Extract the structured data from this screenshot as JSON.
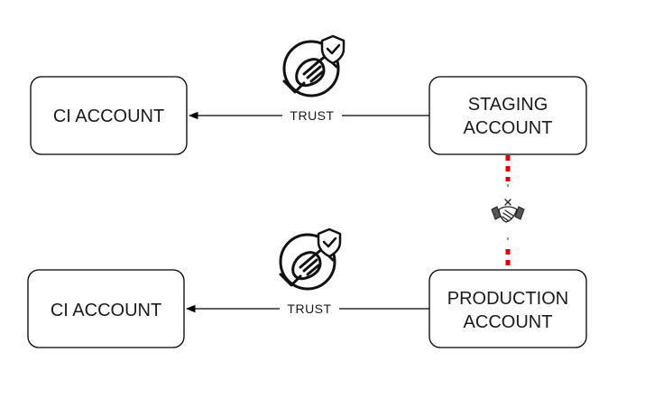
{
  "nodes": {
    "ci_top": {
      "lines": [
        "CI ACCOUNT"
      ]
    },
    "staging": {
      "lines": [
        "STAGING",
        "ACCOUNT"
      ]
    },
    "ci_bottom": {
      "lines": [
        "CI ACCOUNT"
      ]
    },
    "production": {
      "lines": [
        "PRODUCTION",
        "ACCOUNT"
      ]
    }
  },
  "edges": {
    "top_trust": {
      "label": "TRUST"
    },
    "bottom_trust": {
      "label": "TRUST"
    }
  },
  "icons": {
    "trust_top": "handshake-shield-icon",
    "trust_bottom": "handshake-shield-icon",
    "no_trust": "broken-handshake-icon"
  },
  "colors": {
    "no_trust_line": "#e00000",
    "stroke": "#000000"
  }
}
